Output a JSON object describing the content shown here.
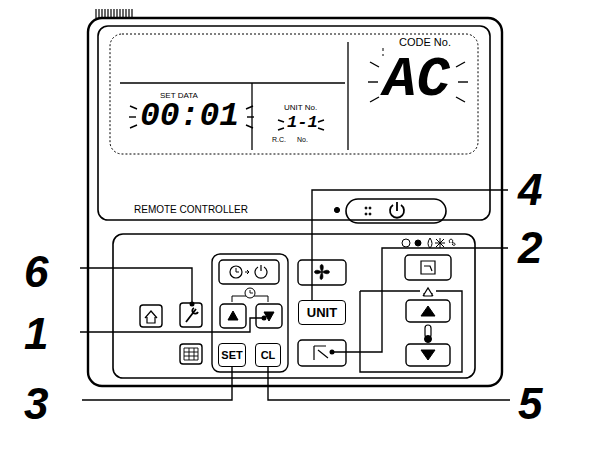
{
  "diagram": {
    "nodes": [
      {
        "text": [
          "UNIT"
        ]
      },
      {
        "text": [
          "SET"
        ]
      },
      {
        "text": [
          "CL"
        ]
      }
    ],
    "labels": [
      "SET DATA",
      "00:01",
      "UNIT No.",
      "1-1",
      "R.C.",
      "No.",
      "CODE No.",
      "AC",
      "REMOTE CONTROLLER",
      "6",
      "1",
      "3",
      "4",
      "2",
      "5"
    ]
  }
}
